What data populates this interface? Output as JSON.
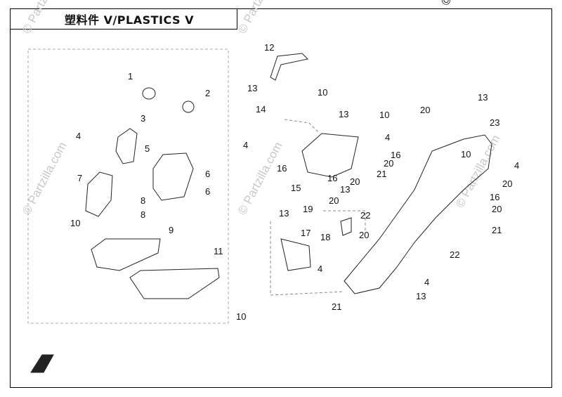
{
  "title": "塑料件 V/PLASTICS V",
  "copyright": "© Partzilla.com",
  "watermark": "© Partzilla.com",
  "callouts": [
    "1",
    "2",
    "3",
    "4",
    "4",
    "5",
    "6",
    "6",
    "7",
    "8",
    "8",
    "9",
    "10",
    "10",
    "10",
    "10",
    "10",
    "11",
    "12",
    "13",
    "13",
    "13",
    "13",
    "13",
    "13",
    "14",
    "15",
    "16",
    "16",
    "16",
    "16",
    "17",
    "18",
    "19",
    "20",
    "20",
    "20",
    "20",
    "20",
    "20",
    "20",
    "21",
    "21",
    "21",
    "22",
    "22",
    "23",
    "4",
    "4",
    "4"
  ],
  "colors": {
    "line": "#222222",
    "watermark": "#c8c8c8",
    "frame": "#000000"
  },
  "logo_icon": "cfmoto-logo-icon"
}
